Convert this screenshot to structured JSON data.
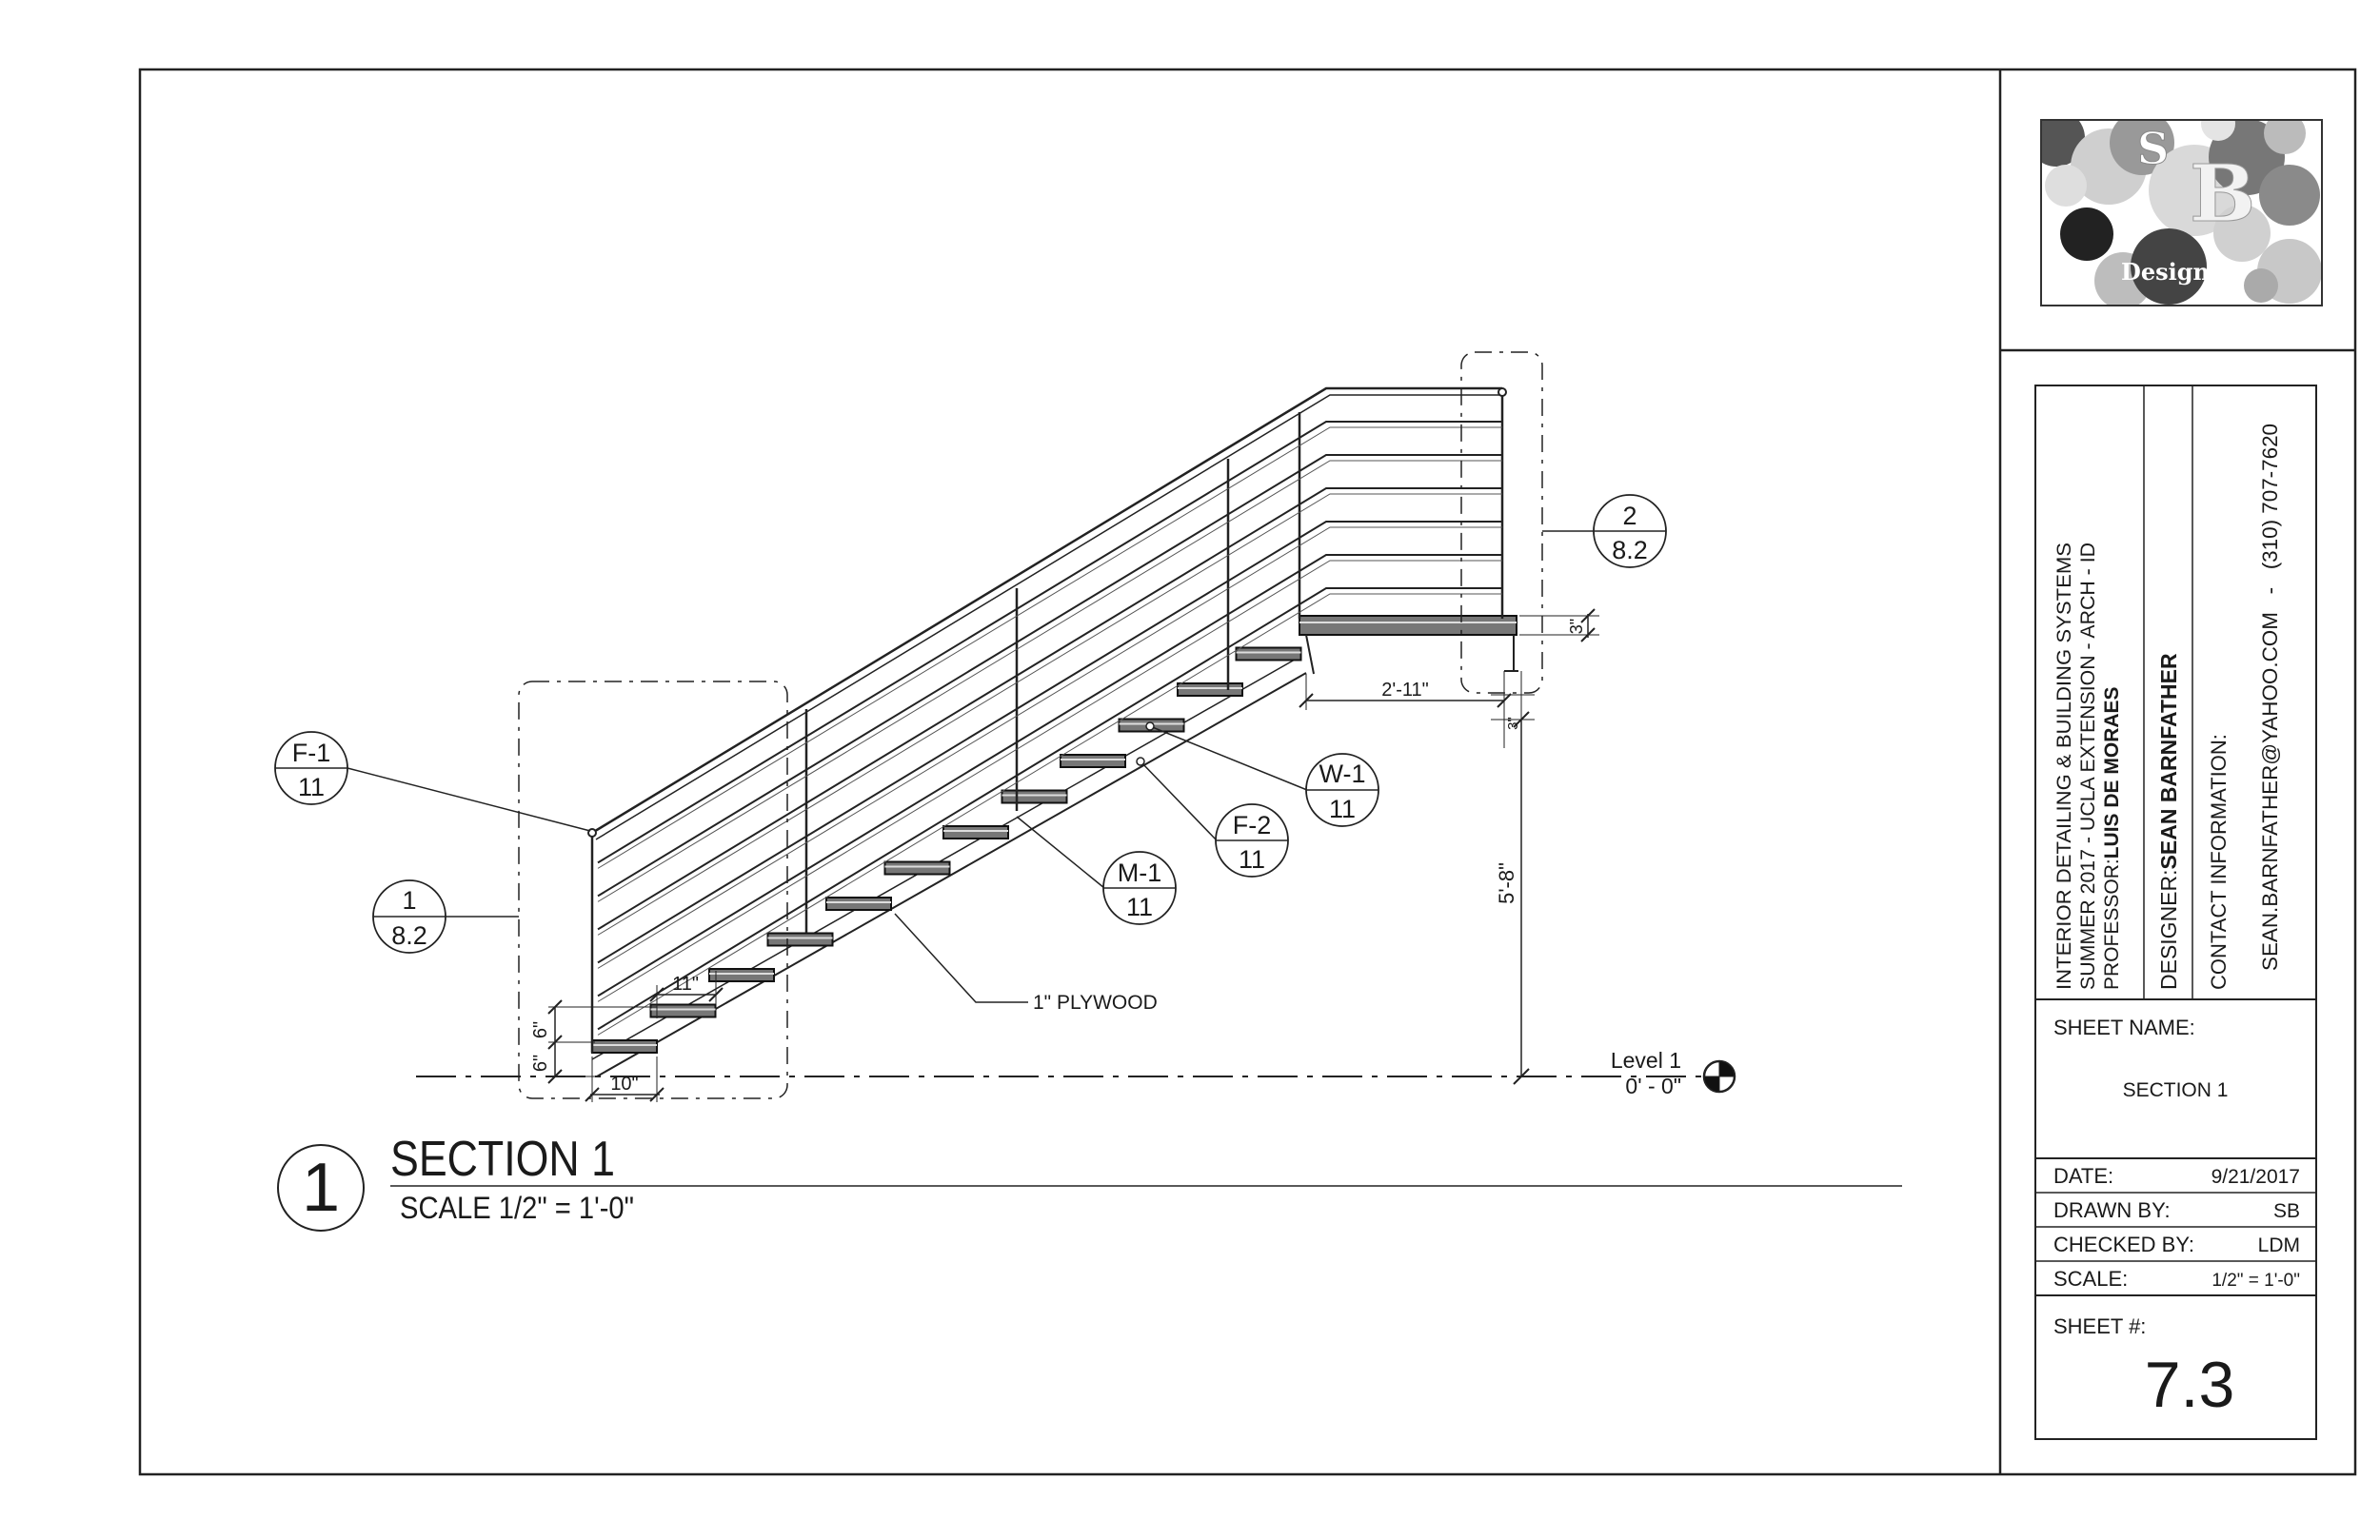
{
  "drawing": {
    "section_title": "SECTION 1",
    "section_number": "1",
    "scale_text": "SCALE 1/2\" = 1'-0\"",
    "level_name": "Level 1",
    "level_elevation": "0' - 0\"",
    "note_plywood": "1\" PLYWOOD",
    "dims": {
      "tread": "11\"",
      "riser": "6\"",
      "first_riser": "6\"",
      "first_tread": "10\"",
      "landing": "2'-11\"",
      "landing_thk": "3\"",
      "landing_gap": "3\"",
      "total_height": "5'-8\""
    },
    "tags": [
      {
        "top": "F-1",
        "bottom": "11"
      },
      {
        "top": "1",
        "bottom": "8.2"
      },
      {
        "top": "2",
        "bottom": "8.2"
      },
      {
        "top": "W-1",
        "bottom": "11"
      },
      {
        "top": "F-2",
        "bottom": "11"
      },
      {
        "top": "M-1",
        "bottom": "11"
      }
    ]
  },
  "title_block": {
    "logo": {
      "letters_s": "S",
      "letters_b": "B",
      "word": "Design"
    },
    "course_line1": "INTERIOR DETAILING & BUILDING SYSTEMS",
    "course_line2": "SUMMER 2017 - UCLA EXTENSION - ARCH - ID",
    "professor_label": "PROFESSOR:",
    "professor_name": "LUIS DE MORAES",
    "designer_label": "DESIGNER:",
    "designer_name": "SEAN BARNFATHER",
    "contact_label": "CONTACT INFORMATION:",
    "contact_value": "SEAN.BARNFATHER@YAHOO.COM   -   (310) 707-7620",
    "sheet_name_label": "SHEET NAME:",
    "sheet_name": "SECTION 1",
    "date_label": "DATE:",
    "date_value": "9/21/2017",
    "drawn_label": "DRAWN BY:",
    "drawn_value": "SB",
    "checked_label": "CHECKED BY:",
    "checked_value": "LDM",
    "scale_label": "SCALE:",
    "scale_value": "1/2\" = 1'-0\"",
    "sheet_no_label": "SHEET #:",
    "sheet_no": "7.3"
  }
}
